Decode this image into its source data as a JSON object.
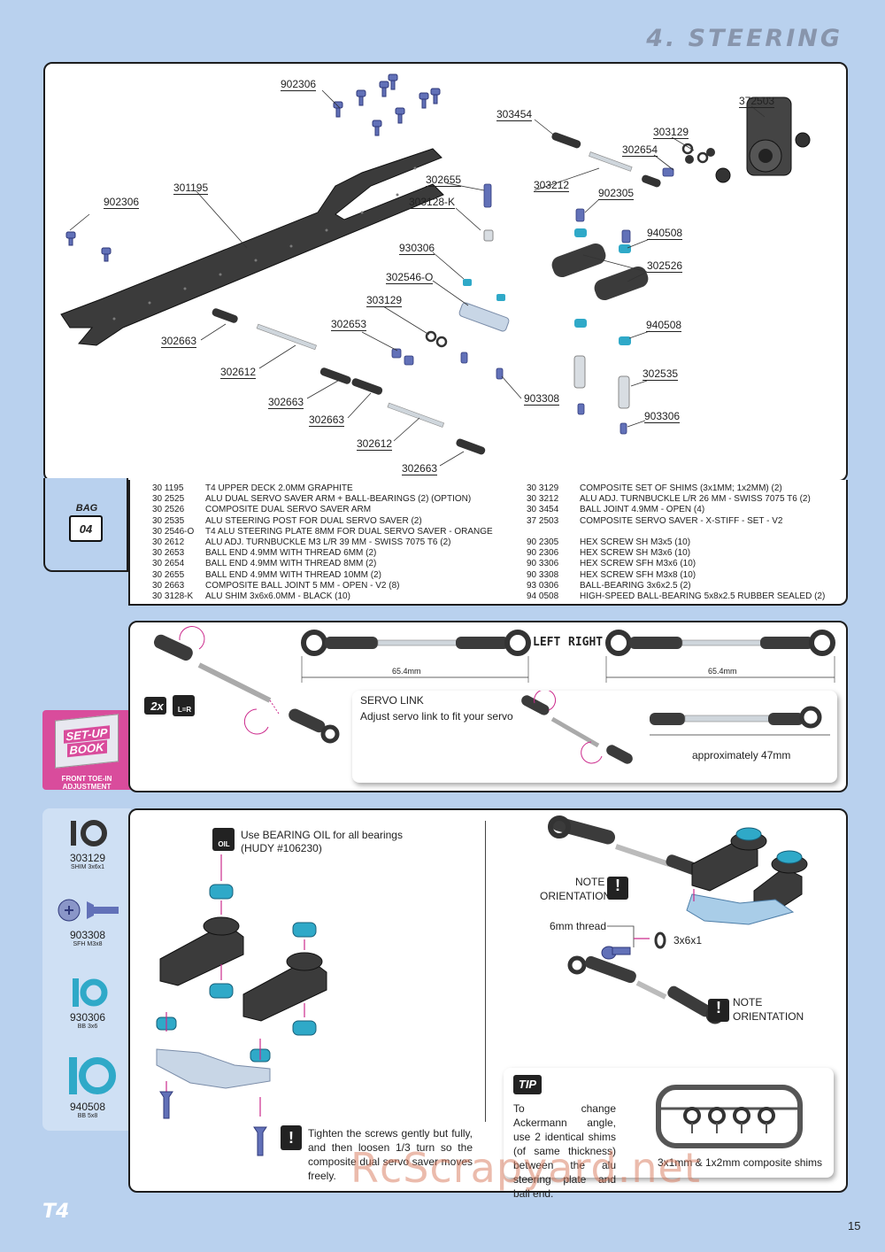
{
  "page": {
    "section_title": "4. STEERING",
    "page_number": "15",
    "brand": "T4",
    "watermark": "RcScrapyard.net"
  },
  "exploded_labels": [
    "902306",
    "303454",
    "372503",
    "303129",
    "302654",
    "303212",
    "302655",
    "902305",
    "303128-K",
    "940508",
    "930306",
    "302526",
    "302546-O",
    "303129",
    "940508",
    "302653",
    "302535",
    "903308",
    "903306",
    "301195",
    "902306",
    "302663",
    "302612",
    "302663",
    "302663",
    "302612",
    "302663"
  ],
  "bag": {
    "label": "BAG",
    "number": "04"
  },
  "parts_left": [
    {
      "code": "30 1195",
      "desc": "T4 UPPER DECK 2.0MM GRAPHITE"
    },
    {
      "code": "30 2525",
      "desc": "ALU DUAL SERVO SAVER ARM + BALL-BEARINGS (2) (OPTION)"
    },
    {
      "code": "30 2526",
      "desc": "COMPOSITE DUAL SERVO SAVER ARM"
    },
    {
      "code": "30 2535",
      "desc": "ALU STEERING POST FOR DUAL SERVO SAVER (2)"
    },
    {
      "code": "30 2546-O",
      "desc": "T4 ALU STEERING PLATE 8MM FOR DUAL SERVO SAVER - ORANGE"
    },
    {
      "code": "30 2612",
      "desc": "ALU ADJ. TURNBUCKLE M3 L/R 39 MM - SWISS 7075 T6 (2)"
    },
    {
      "code": "30 2653",
      "desc": "BALL END 4.9MM WITH THREAD 6MM (2)"
    },
    {
      "code": "30 2654",
      "desc": "BALL END 4.9MM WITH THREAD 8MM (2)"
    },
    {
      "code": "30 2655",
      "desc": "BALL END 4.9MM WITH THREAD 10MM (2)"
    },
    {
      "code": "30 2663",
      "desc": "COMPOSITE BALL JOINT 5 MM - OPEN - V2 (8)"
    },
    {
      "code": "30 3128-K",
      "desc": "ALU SHIM 3x6x6.0MM - BLACK (10)"
    }
  ],
  "parts_right": [
    {
      "code": "30 3129",
      "desc": "COMPOSITE SET OF SHIMS (3x1MM; 1x2MM) (2)"
    },
    {
      "code": "30 3212",
      "desc": "ALU ADJ. TURNBUCKLE L/R 26 MM - SWISS 7075 T6 (2)"
    },
    {
      "code": "30 3454",
      "desc": "BALL JOINT 4.9MM - OPEN (4)"
    },
    {
      "code": "37 2503",
      "desc": "COMPOSITE SERVO SAVER - X-STIFF - SET - V2"
    },
    {
      "code": "",
      "desc": ""
    },
    {
      "code": "90 2305",
      "desc": "HEX SCREW SH M3x5  (10)"
    },
    {
      "code": "90 2306",
      "desc": "HEX SCREW SH M3x6  (10)"
    },
    {
      "code": "90 3306",
      "desc": "HEX SCREW SFH M3x6  (10)"
    },
    {
      "code": "90 3308",
      "desc": "HEX SCREW SFH M3x8  (10)"
    },
    {
      "code": "93 0306",
      "desc": "BALL-BEARING 3x6x2.5  (2)"
    },
    {
      "code": "94 0508",
      "desc": "HIGH-SPEED BALL-BEARING 5x8x2.5 RUBBER SEALED  (2)"
    }
  ],
  "toe": {
    "left_label": "LEFT",
    "right_label": "RIGHT",
    "dim_left": "65.4mm",
    "dim_right": "65.4mm",
    "qty": "2x",
    "lr": "L=R",
    "servo_link_title": "SERVO LINK",
    "servo_link_text": "Adjust servo link to fit your servo",
    "approx": "approximately 47mm",
    "setup_book_line1": "SET-UP",
    "setup_book_line2": "BOOK",
    "setup_caption": "FRONT TOE-IN ADJUSTMENT"
  },
  "side_icons": [
    {
      "code": "303129",
      "sub": "SHIM 3x6x1"
    },
    {
      "code": "903308",
      "sub": "SFH M3x8"
    },
    {
      "code": "930306",
      "sub": "BB 3x6"
    },
    {
      "code": "940508",
      "sub": "BB 5x8"
    }
  ],
  "assembly": {
    "oil_line1": "Use BEARING OIL for all bearings",
    "oil_line2": "(HUDY #106230)",
    "oil_badge": "OIL",
    "tighten": "Tighten the screws gently but fully, and then loosen 1/3 turn so the composite dual servo saver moves freely.",
    "note1_line1": "NOTE",
    "note1_line2": "ORIENTATION",
    "note2_line1": "NOTE",
    "note2_line2": "ORIENTATION",
    "thread": "6mm thread",
    "shim": "3x6x1",
    "tip_badge": "TIP",
    "tip_text": "To change Ackermann angle, use 2 identical shims (of same thickness) between the alu steering plate and ball end.",
    "shims_caption": "3x1mm & 1x2mm composite shims"
  },
  "colors": {
    "page_bg": "#b9d1ee",
    "accent_blue": "#2fa9c8",
    "magenta": "#cc2a8c",
    "screw": "#6271b8",
    "part_dark": "#333333"
  }
}
